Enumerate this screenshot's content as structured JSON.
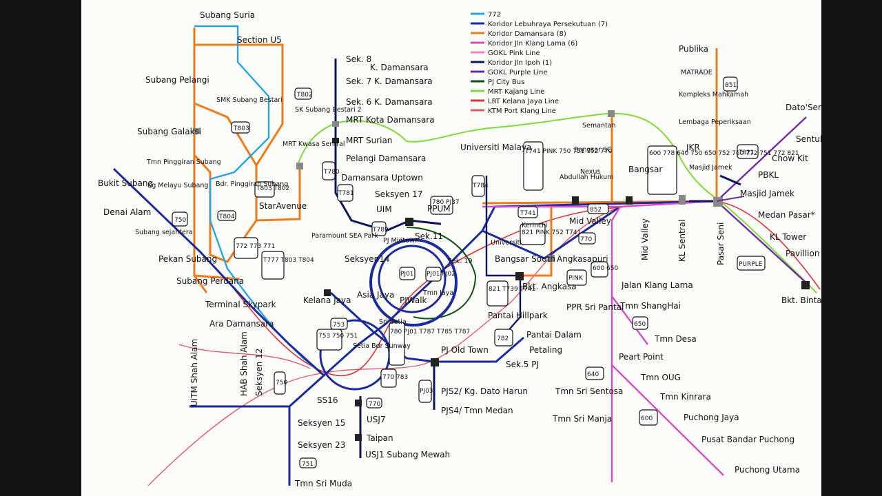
{
  "colors": {
    "c772": "#29a3e0",
    "koridor_lebuhraya": "#1b2a9e",
    "koridor_damansara": "#ef7a1a",
    "koridor_klang_lama": "#d44cc6",
    "gokl_pink": "#ff7fb8",
    "koridor_jln_ipoh": "#0c1560",
    "gokl_purple": "#6a2ca0",
    "pj_city_bus": "#0f4d16",
    "mrt_kajang": "#7fd93a",
    "lrt_kelana_jaya": "#d7343c",
    "ktm_port_klang": "#e05a6a"
  },
  "legend": [
    {
      "label": "772",
      "color": "#29a3e0"
    },
    {
      "label": "Koridor Lebuhraya Persekutuan (7)",
      "color": "#1b2a9e"
    },
    {
      "label": "Koridor Damansara (8)",
      "color": "#ef7a1a"
    },
    {
      "label": "Koridor Jln Klang Lama (6)",
      "color": "#d44cc6"
    },
    {
      "label": "GOKL Pink Line",
      "color": "#ff7fb8"
    },
    {
      "label": "Koridor Jln Ipoh (1)",
      "color": "#0c1560"
    },
    {
      "label": "GOKL Purple Line",
      "color": "#6a2ca0"
    },
    {
      "label": "PJ City Bus",
      "color": "#0f4d16"
    },
    {
      "label": "MRT Kajang Line",
      "color": "#7fd93a"
    },
    {
      "label": "LRT Kelana Jaya Line",
      "color": "#d7343c"
    },
    {
      "label": "KTM Port Klang Line",
      "color": "#e05a6a"
    }
  ],
  "stations": {
    "subang_suria": "Subang Suria",
    "section_u5": "Section U5",
    "subang_pelangi": "Subang Pelangi",
    "smk_subang_bestari": "SMK Subang Bestari",
    "sk_subang_bestari2": "SK Subang Bestari 2",
    "subang_galaksi": "Subang Galaksi",
    "tmn_pinggiran_subang": "Tmn Pinggiran Subang",
    "kg_melayu_subang": "Kg Melayu Subang",
    "bdr_pinggiran_subang": "Bdr. Pinggiran Subang",
    "mrt_kwasa_sentral": "MRT Kwasa Sentral",
    "star_avenue": "StarAvenue",
    "bukit_subang": "Bukit Subang",
    "denai_alam": "Denai Alam",
    "subang_sejahtera": "Subang sejahtera",
    "pekan_subang": "Pekan Subang",
    "subang_perdana": "Subang Perdana",
    "terminal_skypark": "Terminal Skypark",
    "ara_damansara": "Ara Damansara",
    "sek8": "Sek. 8",
    "k_damansara": "K. Damansara",
    "sek7": "Sek. 7 K. Damansara",
    "sek6": "Sek. 6 K. Damansara",
    "mrt_kota_damansara": "MRT Kota Damansara",
    "mrt_surian": "MRT Surian",
    "pelangi_damansara": "Pelangi Damansara",
    "damansara_uptown": "Damansara Uptown",
    "seksyen17": "Seksyen 17",
    "uim": "UIM",
    "ppum": "PPUM",
    "paramount": "Paramount SEA Park",
    "pj_midtown": "PJ Midtown",
    "sek11": "Sek.11",
    "seksyen14": "Seksyen14",
    "sek19": "Sek. 19",
    "tmn_jaya": "Tmn Jaya",
    "pj_walk": "PJWalk",
    "asia_jaya": "Asia Jaya",
    "kelana_jaya": "Kelana Jaya",
    "sri_setia": "Sri Setia",
    "setia_bdr_sunway": "Setia Bdr Sunway",
    "pj_old_town": "PJ Old Town",
    "pjs2": "PJS2/ Kg. Dato Harun",
    "pjs4": "PJS4/ Tmn Medan",
    "ss16": "SS16",
    "usj7": "USJ7",
    "taipan": "Taipan",
    "usj1": "USJ1 Subang Mewah",
    "seksyen15": "Seksyen 15",
    "seksyen23": "Seksyen 23",
    "tmn_sri_muda": "Tmn Sri Muda",
    "uitm": "UiTM Shah Alam",
    "hab_shah_alam": "HAB Shah Alam",
    "seksyen12": "Seksyen 12",
    "universiti_malaya": "Universiti Malaya",
    "universiti": "Universiti",
    "kerinchi": "Kerinchi",
    "bangsar_south": "Bangsar South",
    "bkt_angkasa": "Bkt. Angkasa",
    "pantai_hillpark": "Pantai Hillpark",
    "pantai_dalam": "Pantai Dalam",
    "petaling": "Petaling",
    "sek5_pj": "Sek.5 PJ",
    "angkasapuri": "Angkasapuri",
    "ppr_sri_pantai": "PPR Sri Pantai",
    "abdullah_hukum": "Abdullah Hukum",
    "bangsar_sc": "Bangsar SC",
    "nexus": "Nexus",
    "semantan": "Semantan",
    "bangsar": "Bangsar",
    "mid_valley": "Mid Valley",
    "mid_valley2": "Mid Valley",
    "kl_sentral": "KL Sentral",
    "pasar_seni": "Pasar Seni",
    "jalan_klang_lama": "Jalan Klang Lama",
    "tmn_shanghai": "Tmn ShangHai",
    "tmn_desa": "Tmn Desa",
    "peart_point": "Peart Point",
    "tmn_oug": "Tmn OUG",
    "tmn_kinrara": "Tmn Kinrara",
    "puchong_jaya": "Puchong Jaya",
    "pusat_bandar_puchong": "Pusat Bandar Puchong",
    "puchong_utama": "Puchong Utama",
    "tmn_sri_sentosa": "Tmn Sri Sentosa",
    "tmn_sri_manja": "Tmn Sri Manja",
    "publika": "Publika",
    "matrade": "MATRADE",
    "kompleks_mahkamah": "Kompleks Mahkamah",
    "lembaga_peperiksaan": "Lembaga Peperiksaan",
    "jkr": "JKR",
    "masjid_jamek1": "Masjid Jamek",
    "dato_senu": "Dato'Senu",
    "sentul": "Sentul",
    "chow_kit": "Chow Kit",
    "pbkl": "PBKL",
    "masjid_jamek2": "Masjid Jamek",
    "medan_pasar": "Medan Pasar*",
    "kl_tower": "KL Tower",
    "pavillion": "Pavillion",
    "bkt_bintang": "Bkt. Bintang"
  },
  "badges": {
    "t802": "T802",
    "t803": "T803",
    "t803_t802": "T803 T802",
    "t804": "T804",
    "b772": "772 773 771",
    "t777": "T777 T803 T804",
    "b750_sub": "750",
    "t780": "T780",
    "t781": "T781",
    "b780_pj": "780 PJ37",
    "t789": "T789",
    "t784": "T784",
    "pj01": "PJ01",
    "pj02": "PJ01 PJ02",
    "b753": "753",
    "b750_group": "753 750 751",
    "sri_setia_group": "780 PJ01 T787 T785 T787",
    "b770_783": "770 783",
    "b770": "770",
    "b750_usj": "750",
    "b751": "751",
    "pj03": "PJ03",
    "t741_pink": "T741 PINK 750 751 752 770",
    "t741": "T741",
    "kerinchi_group": "821 PINK 752 T741",
    "b821": "821 T739 T741",
    "b782": "782",
    "b770_b": "770",
    "b852": "852",
    "b600_group": "600 778 640 750 650 752 760 772 751 772 821",
    "b851": "851",
    "t821": "T821",
    "purple": "PURPLE",
    "pink": "PINK",
    "b600_b": "600 650",
    "b650": "650",
    "b640": "640",
    "b600": "600",
    "b652": "852"
  }
}
